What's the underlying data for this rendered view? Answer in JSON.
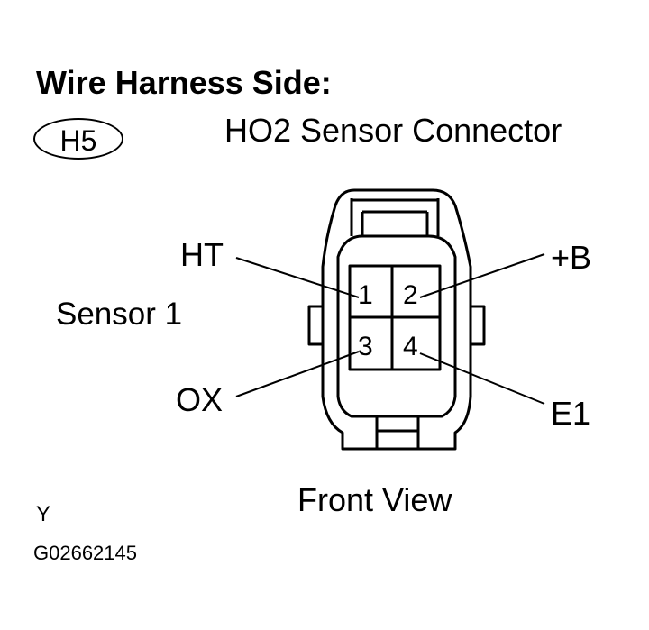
{
  "heading": "Wire Harness Side:",
  "connector_code": "H5",
  "connector_name": "HO2 Sensor Connector",
  "sensor_label": "Sensor 1",
  "pins": [
    {
      "number": "1",
      "signal": "HT"
    },
    {
      "number": "2",
      "signal": "+B"
    },
    {
      "number": "3",
      "signal": "OX"
    },
    {
      "number": "4",
      "signal": "E1"
    }
  ],
  "view_label": "Front View",
  "corner_mark": "Y",
  "figure_code": "G02662145"
}
